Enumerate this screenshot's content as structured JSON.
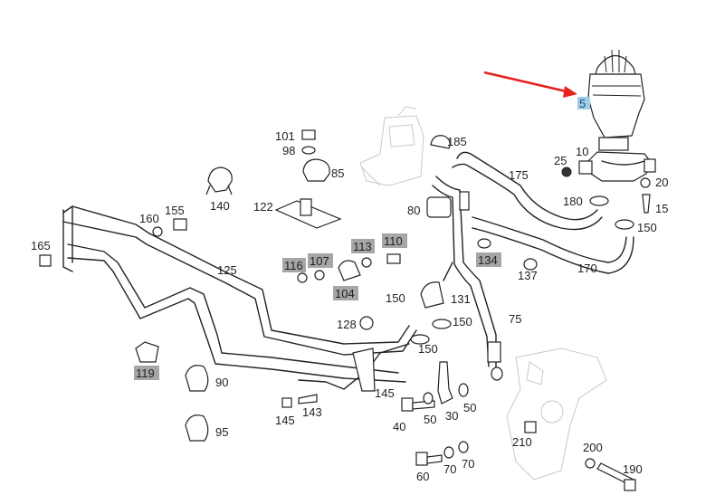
{
  "callouts": {
    "c5": "5",
    "c10": "10",
    "c15": "15",
    "c20": "20",
    "c25": "25",
    "c40": "40",
    "c50a": "50",
    "c50b": "50",
    "c60": "60",
    "c70a": "70",
    "c70b": "70",
    "c75": "75",
    "c80": "80",
    "c85": "85",
    "c90": "90",
    "c95": "95",
    "c98": "98",
    "c101": "101",
    "c104": "104",
    "c107": "107",
    "c110": "110",
    "c113": "113",
    "c116": "116",
    "c119": "119",
    "c122": "122",
    "c125": "125",
    "c128": "128",
    "c131": "131",
    "c134": "134",
    "c137": "137",
    "c140": "140",
    "c143": "143",
    "c145a": "145",
    "c145b": "145",
    "c150a": "150",
    "c150b": "150",
    "c150c": "150",
    "c150d": "150",
    "c155": "155",
    "c160": "160",
    "c165": "165",
    "c170": "170",
    "c175": "175",
    "c180": "180",
    "c185": "185",
    "c190": "190",
    "c200": "200",
    "c210": "210",
    "c30": "30"
  },
  "colors": {
    "arrow": "#e8201e",
    "highlight_gray": "#a6a6a6",
    "highlight_blue": "#9fcde6",
    "line": "#222222"
  }
}
